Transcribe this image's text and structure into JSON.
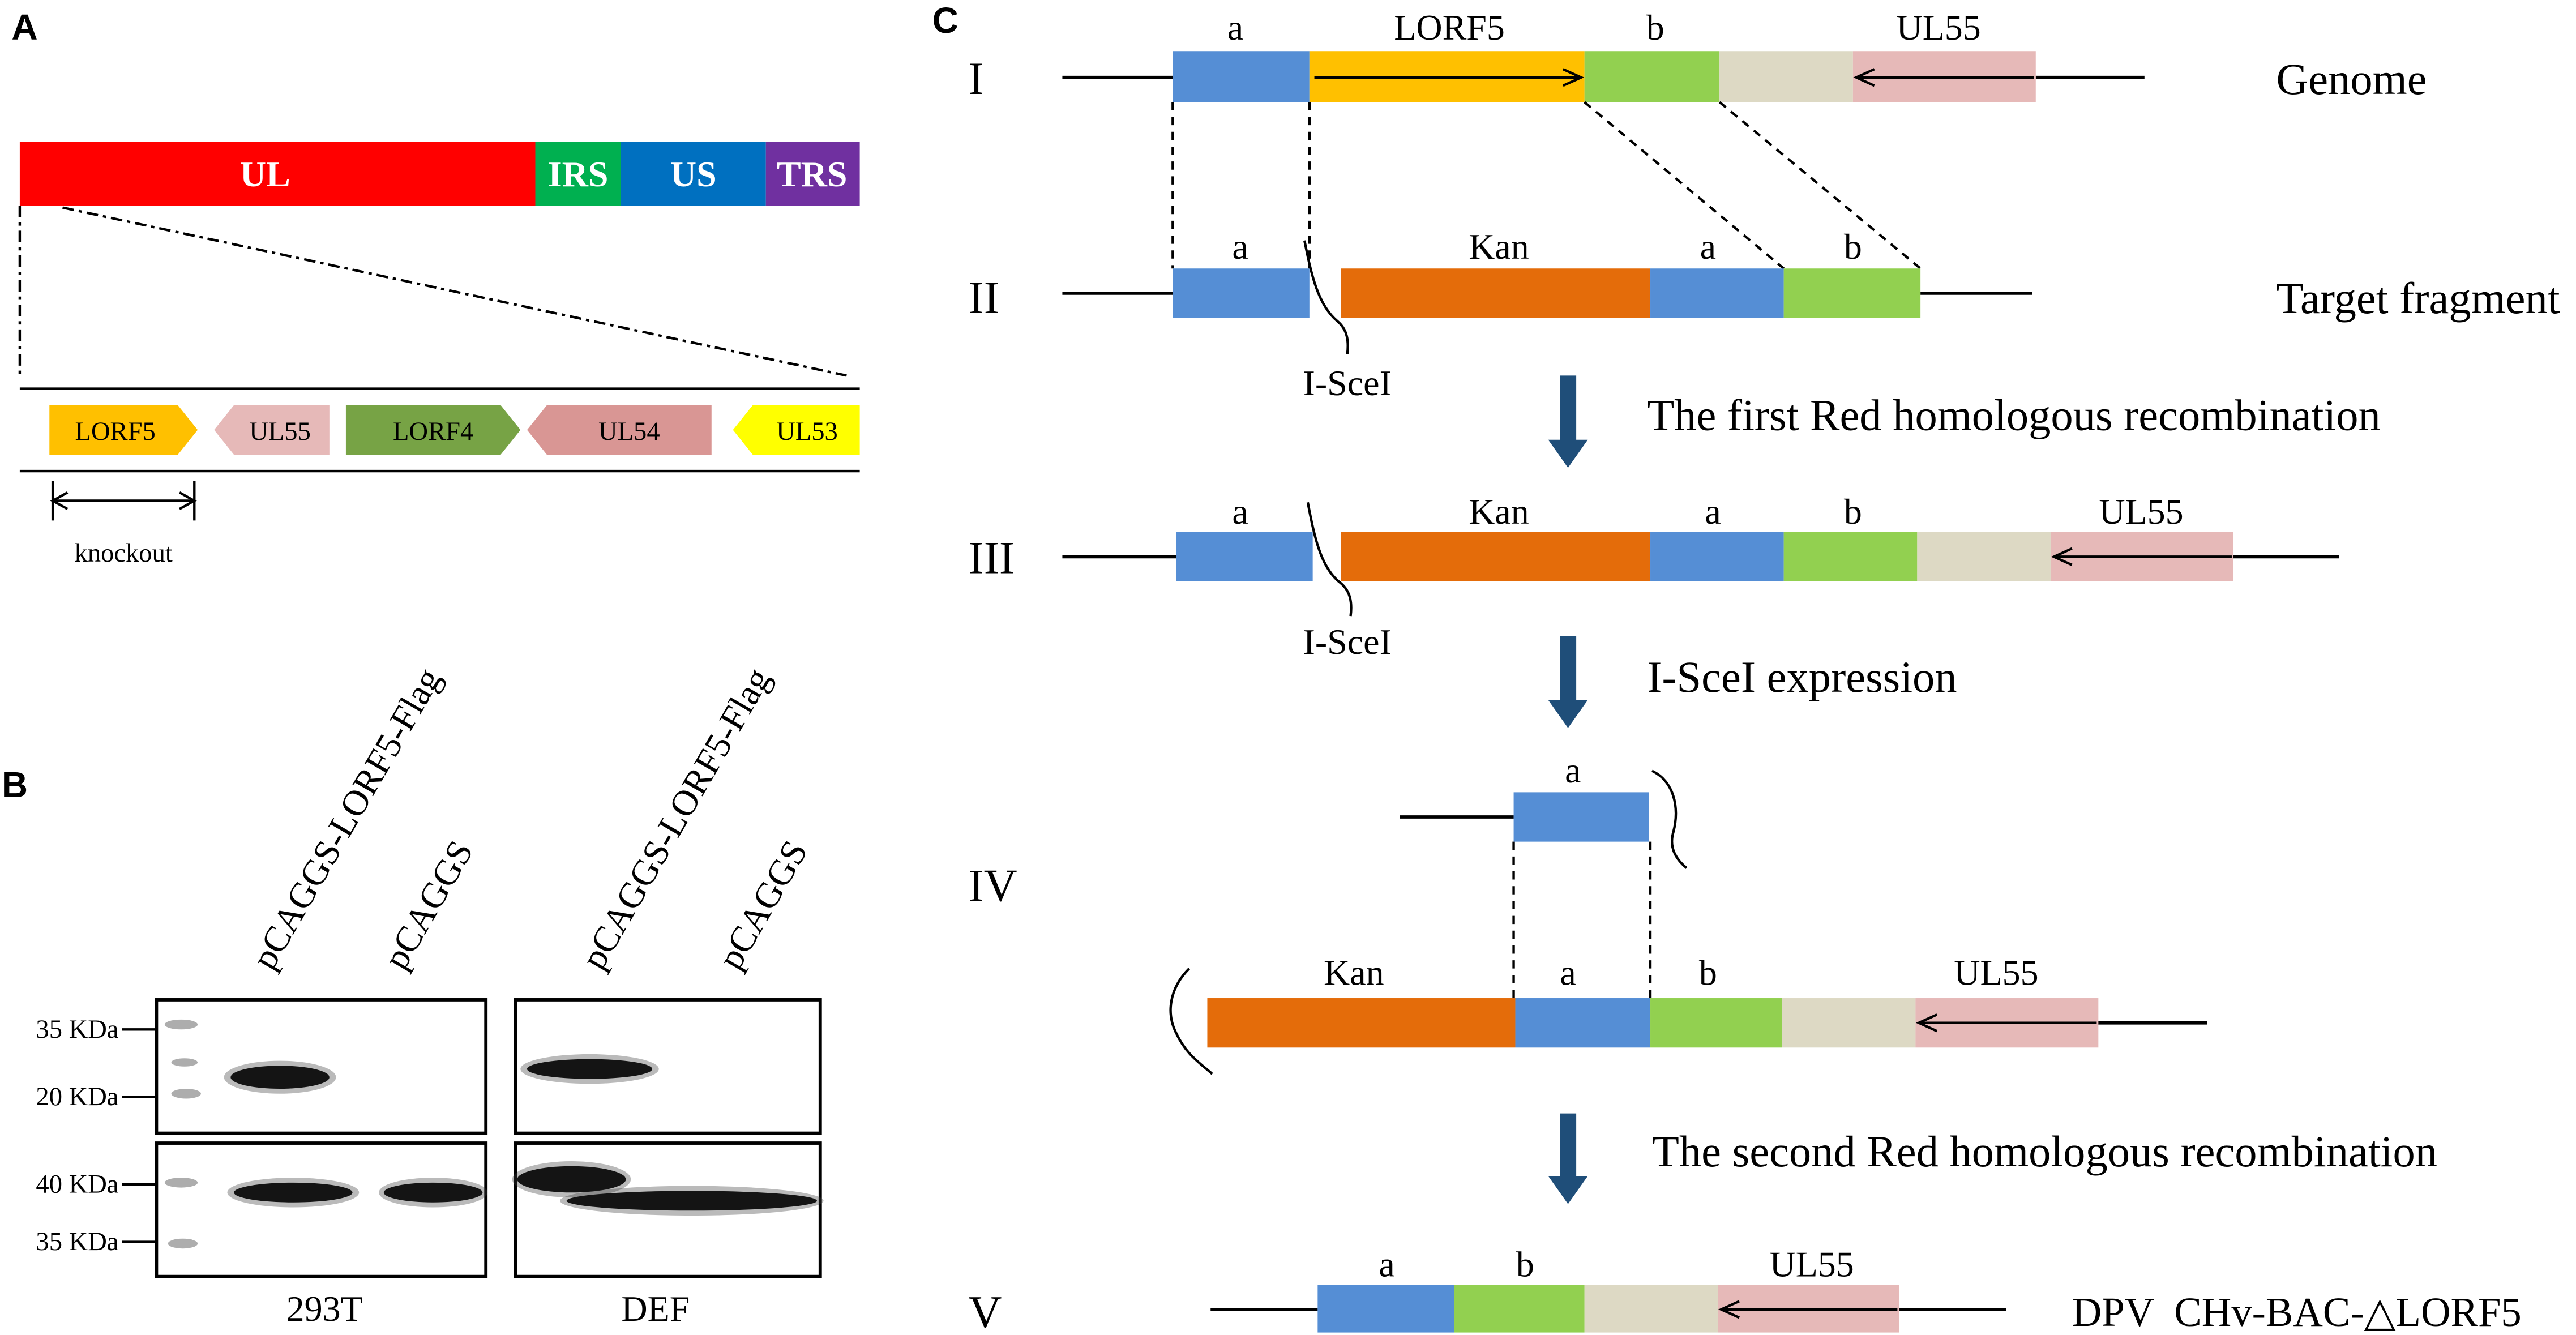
{
  "panel_a": {
    "label": "A",
    "genome": [
      {
        "name": "UL"
      },
      {
        "name": "IRS"
      },
      {
        "name": "US"
      },
      {
        "name": "TRS"
      }
    ],
    "genes": [
      {
        "name": "LORF5"
      },
      {
        "name": "UL55"
      },
      {
        "name": "LORF4"
      },
      {
        "name": "UL54"
      },
      {
        "name": "UL53"
      }
    ],
    "knockout_label": "knockout"
  },
  "panel_b": {
    "label": "B",
    "lanes": [
      "pCAGGS-LORF5-Flag",
      "pCAGGS",
      "pCAGGS-LORF5-Flag",
      "pCAGGS"
    ],
    "markers_upper": [
      "35 KDa",
      "20 KDa"
    ],
    "markers_lower": [
      "40 KDa",
      "35 KDa"
    ],
    "cell_lines": [
      "293T",
      "DEF"
    ]
  },
  "panel_c": {
    "label": "C",
    "rows": [
      {
        "numeral": "I",
        "segments": [
          "a",
          "LORF5",
          "b",
          "UL55"
        ],
        "description": "Genome"
      },
      {
        "numeral": "II",
        "segments": [
          "a",
          "Kan",
          "a",
          "b"
        ],
        "site": "I-SceI",
        "description": "Target fragment"
      },
      {
        "numeral": "III",
        "segments": [
          "a",
          "Kan",
          "a",
          "b",
          "UL55"
        ],
        "site": "I-SceI"
      },
      {
        "numeral": "IV",
        "excised": [
          "a"
        ],
        "segments": [
          "Kan",
          "a",
          "b",
          "UL55"
        ]
      },
      {
        "numeral": "V",
        "segments": [
          "a",
          "b",
          "UL55"
        ],
        "description": "DPV  CHv-BAC-△LORF5"
      }
    ],
    "steps": [
      "The first Red homologous recombination",
      "I-SceI expression",
      "The second Red homologous recombination"
    ]
  },
  "colors": {
    "ul": "#FF0000",
    "irs": "#00B050",
    "us": "#0070C0",
    "trs": "#7030A0",
    "lorf5": "#FFC000",
    "ul55": "#E6B9B8",
    "lorf4": "#77A345",
    "ul54": "#D99694",
    "ul53": "#FFFF00",
    "homology_a": "#558ED5",
    "homology_b": "#92D050",
    "spacer": "#DDD9C4",
    "kan": "#E46C0A",
    "step_arrow": "#1F4E79"
  }
}
